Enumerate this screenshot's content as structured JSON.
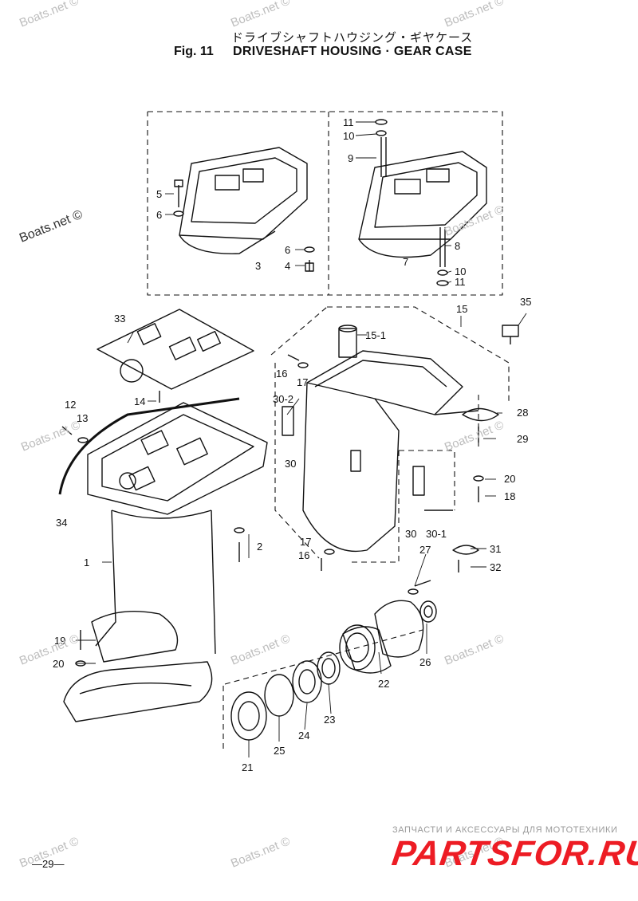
{
  "header": {
    "japanese_title": "ドライブシャフトハウジング・ギヤケース",
    "figure_number": "Fig. 11",
    "title": "DRIVESHAFT HOUSING · GEAR CASE"
  },
  "watermarks": [
    {
      "text": "Boats.net ©"
    },
    {
      "text": "Boats.net ©"
    },
    {
      "text": "Boats.net ©"
    },
    {
      "text": "Boats.net ©"
    },
    {
      "text": "Boats.net ©"
    },
    {
      "text": "Boats.net ©"
    },
    {
      "text": "Boats.net ©"
    },
    {
      "text": "Boats.net ©"
    },
    {
      "text": "Boats.net ©"
    },
    {
      "text": "Boats.net ©"
    },
    {
      "text": "Boats.net ©"
    },
    {
      "text": "Boats.net ©"
    },
    {
      "text": "Boats.net ©"
    }
  ],
  "callouts": [
    "11",
    "10",
    "9",
    "5",
    "6",
    "6",
    "4",
    "3",
    "8",
    "7",
    "10",
    "11",
    "33",
    "15",
    "35",
    "15-1",
    "16",
    "17",
    "14",
    "30-2",
    "28",
    "12",
    "13",
    "29",
    "30",
    "20",
    "18",
    "34",
    "30",
    "30-1",
    "2",
    "1",
    "17",
    "16",
    "27",
    "31",
    "32",
    "19",
    "20",
    "26",
    "22",
    "23",
    "24",
    "25",
    "21"
  ],
  "footer": {
    "page_number": "—29—",
    "shop_tagline": "ЗАПЧАСТИ И АКСЕССУАРЫ ДЛЯ МОТОТЕХНИКИ",
    "shop_logo": "PARTSFOR.RU"
  }
}
